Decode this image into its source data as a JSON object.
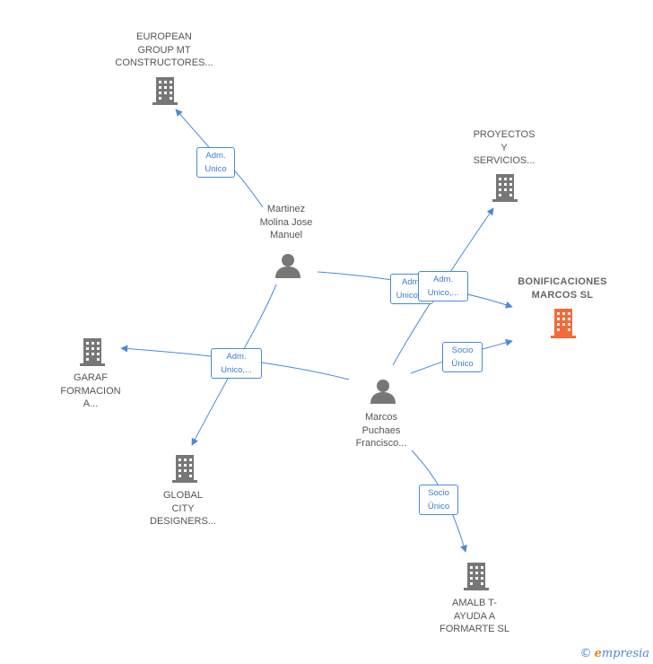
{
  "colors": {
    "edge": "#4a8ad4",
    "node": "#777777",
    "highlight": "#f26b38"
  },
  "nodes": {
    "european": {
      "lines": [
        "EUROPEAN",
        "GROUP MT",
        "CONSTRUCTORES..."
      ],
      "icon": "building-icon"
    },
    "proyectos": {
      "lines": [
        "PROYECTOS",
        "Y",
        "SERVICIOS..."
      ],
      "icon": "building-icon"
    },
    "bonificaciones": {
      "lines": [
        "BONIFICACIONES",
        "MARCOS  SL"
      ],
      "icon": "building-icon"
    },
    "martinez": {
      "lines": [
        "Martinez",
        "Molina Jose",
        "Manuel"
      ],
      "icon": "person-icon"
    },
    "garaf": {
      "lines": [
        "GARAF",
        "FORMACION",
        "A..."
      ],
      "icon": "building-icon"
    },
    "marcos": {
      "lines": [
        "Marcos",
        "Puchaes",
        "Francisco..."
      ],
      "icon": "person-icon"
    },
    "global": {
      "lines": [
        "GLOBAL",
        "CITY",
        "DESIGNERS..."
      ],
      "icon": "building-icon"
    },
    "amalb": {
      "lines": [
        "AMALB T-",
        "AYUDA A",
        "FORMARTE  SL"
      ],
      "icon": "building-icon"
    }
  },
  "edge_labels": {
    "martinez_european": [
      "Adm.",
      "Unico"
    ],
    "martinez_bonificaciones": [
      "Adm.",
      "Unico,..."
    ],
    "marcos_proyectos": [
      "Adm.",
      "Unico,..."
    ],
    "marcos_bonificaciones": [
      "Socio",
      "Único"
    ],
    "marcos_garaf": [
      "Adm.",
      "Unico,..."
    ],
    "marcos_amalb": [
      "Socio",
      "Único"
    ]
  },
  "footer": {
    "copyright": "©",
    "brand_e": "e",
    "brand_rest": "mpresia"
  }
}
